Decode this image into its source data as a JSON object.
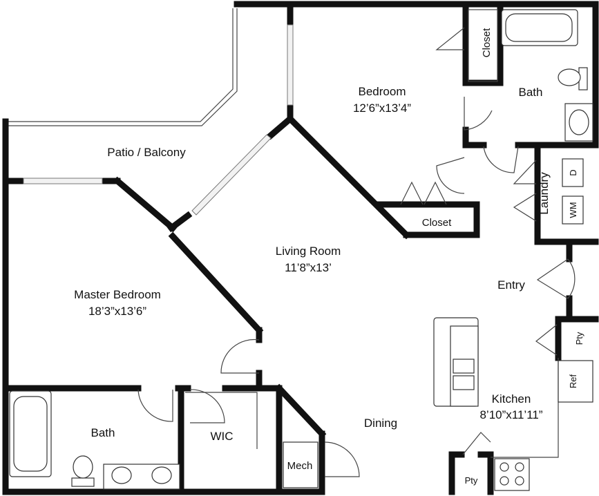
{
  "rooms": {
    "patio": {
      "name": "Patio / Balcony"
    },
    "bedroom": {
      "name": "Bedroom",
      "size": "12’6”x13’4”"
    },
    "bath_top": {
      "name": "Bath"
    },
    "closet_top": {
      "name": "Closet"
    },
    "closet_mid": {
      "name": "Closet"
    },
    "laundry": {
      "name": "Laundry",
      "dryer": "D",
      "washer": "WM"
    },
    "living": {
      "name": "Living Room",
      "size": "11’8”x13’"
    },
    "entry": {
      "name": "Entry"
    },
    "master": {
      "name": "Master Bedroom",
      "size": "18’3”x13’6”"
    },
    "bath_master": {
      "name": "Bath"
    },
    "wic": {
      "name": "WIC"
    },
    "mech": {
      "name": "Mech"
    },
    "dining": {
      "name": "Dining"
    },
    "kitchen": {
      "name": "Kitchen",
      "size": "8’10”x11’11”"
    },
    "pantry_top": {
      "name": "Pty"
    },
    "pantry_bottom": {
      "name": "Pty"
    },
    "ref": {
      "name": "Ref"
    }
  }
}
